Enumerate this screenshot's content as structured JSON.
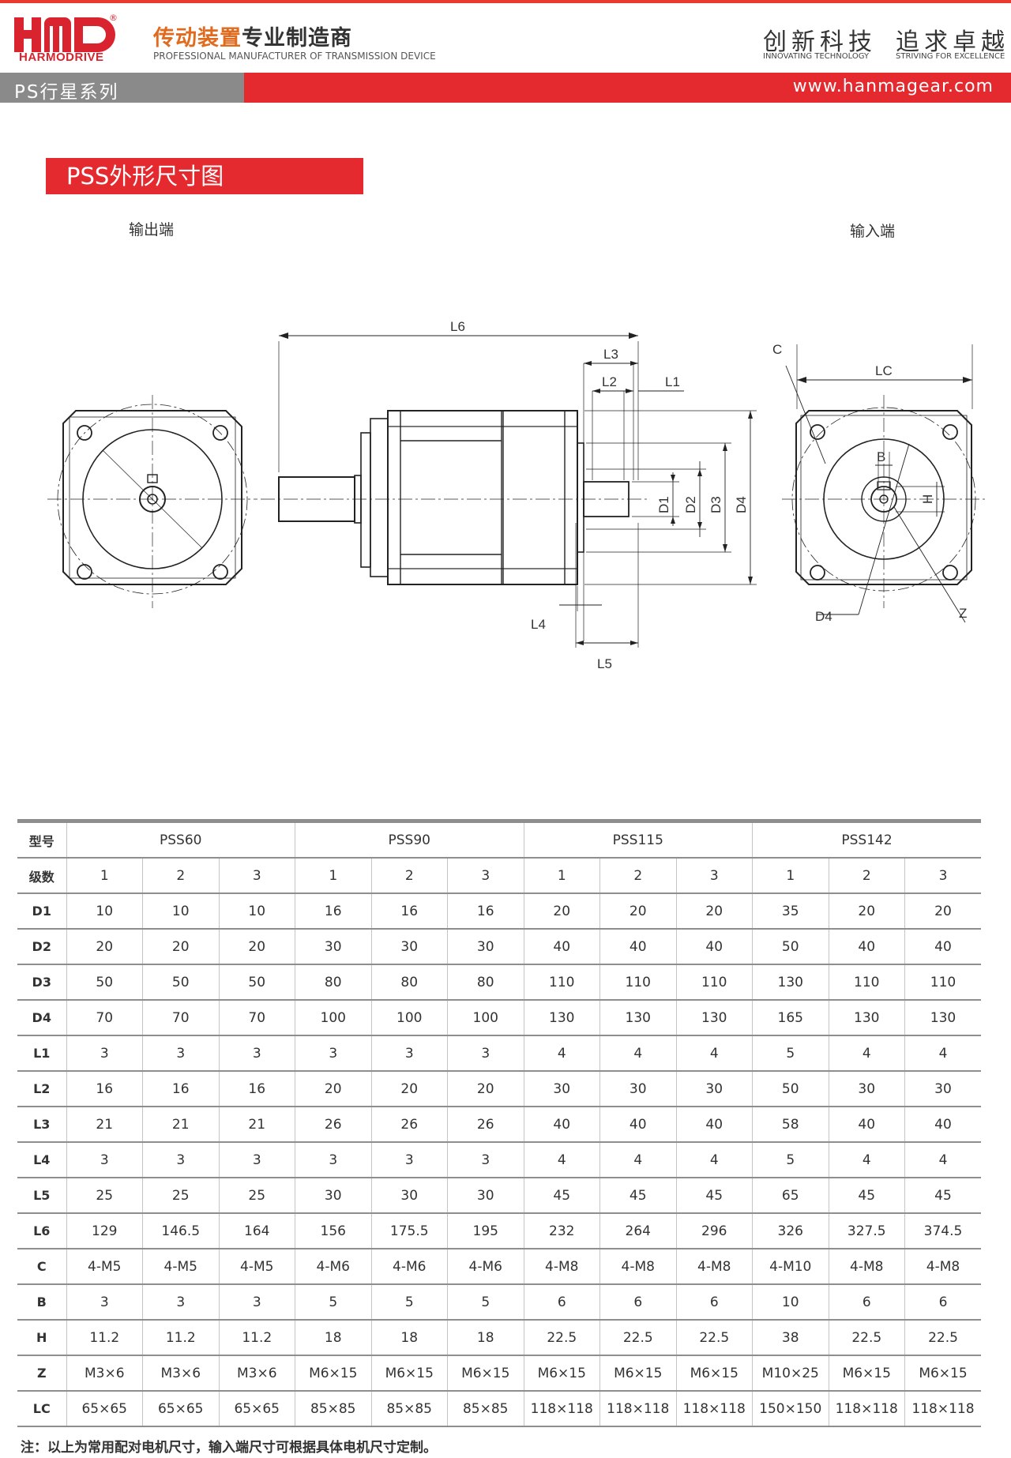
{
  "header": {
    "logo_text": "HARMODRIVE",
    "reg_mark": "®",
    "tagline_cn_part1": "传动装置",
    "tagline_cn_part2": "专业制造商",
    "tagline_en": "PROFESSIONAL MANUFACTURER OF TRANSMISSION DEVICE",
    "slogan1": "创新科技",
    "slogan1_en": "INNOVATING TECHNOLOGY",
    "slogan2": "追求卓越",
    "slogan2_en": "STRIVING FOR EXCELLENCE"
  },
  "banner": {
    "series": "PS行星系列",
    "url": "www.hanmagear.com"
  },
  "section_title": "PSS外形尺寸图",
  "drawing": {
    "output_label": "输出端",
    "input_label": "输入端",
    "dims": {
      "L6": "L6",
      "L3": "L3",
      "L2": "L2",
      "L1": "L1",
      "L4": "L4",
      "L5": "L5",
      "D1": "D1",
      "D2": "D2",
      "D3": "D3",
      "D4": "D4",
      "C": "C",
      "LC": "LC",
      "B": "B",
      "H": "H",
      "Z": "Z",
      "D4_in": "D4"
    }
  },
  "table": {
    "model_label": "型号",
    "stage_label": "级数",
    "models": [
      "PSS60",
      "PSS90",
      "PSS115",
      "PSS142"
    ],
    "stages": [
      "1",
      "2",
      "3",
      "1",
      "2",
      "3",
      "1",
      "2",
      "3",
      "1",
      "2",
      "3"
    ],
    "rows": [
      {
        "label": "D1",
        "values": [
          "10",
          "10",
          "10",
          "16",
          "16",
          "16",
          "20",
          "20",
          "20",
          "35",
          "20",
          "20"
        ]
      },
      {
        "label": "D2",
        "values": [
          "20",
          "20",
          "20",
          "30",
          "30",
          "30",
          "40",
          "40",
          "40",
          "50",
          "40",
          "40"
        ]
      },
      {
        "label": "D3",
        "values": [
          "50",
          "50",
          "50",
          "80",
          "80",
          "80",
          "110",
          "110",
          "110",
          "130",
          "110",
          "110"
        ]
      },
      {
        "label": "D4",
        "values": [
          "70",
          "70",
          "70",
          "100",
          "100",
          "100",
          "130",
          "130",
          "130",
          "165",
          "130",
          "130"
        ]
      },
      {
        "label": "L1",
        "values": [
          "3",
          "3",
          "3",
          "3",
          "3",
          "3",
          "4",
          "4",
          "4",
          "5",
          "4",
          "4"
        ]
      },
      {
        "label": "L2",
        "values": [
          "16",
          "16",
          "16",
          "20",
          "20",
          "20",
          "30",
          "30",
          "30",
          "50",
          "30",
          "30"
        ]
      },
      {
        "label": "L3",
        "values": [
          "21",
          "21",
          "21",
          "26",
          "26",
          "26",
          "40",
          "40",
          "40",
          "58",
          "40",
          "40"
        ]
      },
      {
        "label": "L4",
        "values": [
          "3",
          "3",
          "3",
          "3",
          "3",
          "3",
          "4",
          "4",
          "4",
          "5",
          "4",
          "4"
        ]
      },
      {
        "label": "L5",
        "values": [
          "25",
          "25",
          "25",
          "30",
          "30",
          "30",
          "45",
          "45",
          "45",
          "65",
          "45",
          "45"
        ]
      },
      {
        "label": "L6",
        "values": [
          "129",
          "146.5",
          "164",
          "156",
          "175.5",
          "195",
          "232",
          "264",
          "296",
          "326",
          "327.5",
          "374.5"
        ]
      },
      {
        "label": "C",
        "values": [
          "4-M5",
          "4-M5",
          "4-M5",
          "4-M6",
          "4-M6",
          "4-M6",
          "4-M8",
          "4-M8",
          "4-M8",
          "4-M10",
          "4-M8",
          "4-M8"
        ]
      },
      {
        "label": "B",
        "values": [
          "3",
          "3",
          "3",
          "5",
          "5",
          "5",
          "6",
          "6",
          "6",
          "10",
          "6",
          "6"
        ]
      },
      {
        "label": "H",
        "values": [
          "11.2",
          "11.2",
          "11.2",
          "18",
          "18",
          "18",
          "22.5",
          "22.5",
          "22.5",
          "38",
          "22.5",
          "22.5"
        ]
      },
      {
        "label": "Z",
        "values": [
          "M3×6",
          "M3×6",
          "M3×6",
          "M6×15",
          "M6×15",
          "M6×15",
          "M6×15",
          "M6×15",
          "M6×15",
          "M10×25",
          "M6×15",
          "M6×15"
        ]
      },
      {
        "label": "LC",
        "values": [
          "65×65",
          "65×65",
          "65×65",
          "85×85",
          "85×85",
          "85×85",
          "118×118",
          "118×118",
          "118×118",
          "150×150",
          "118×118",
          "118×118"
        ]
      }
    ]
  },
  "note": "注：以上为常用配对电机尺寸，输入端尺寸可根据具体电机尺寸定制。",
  "colors": {
    "brand_red": "#e42a2f",
    "bar_gray": "#8a8a8a",
    "accent_orange": "#e06a1d"
  }
}
